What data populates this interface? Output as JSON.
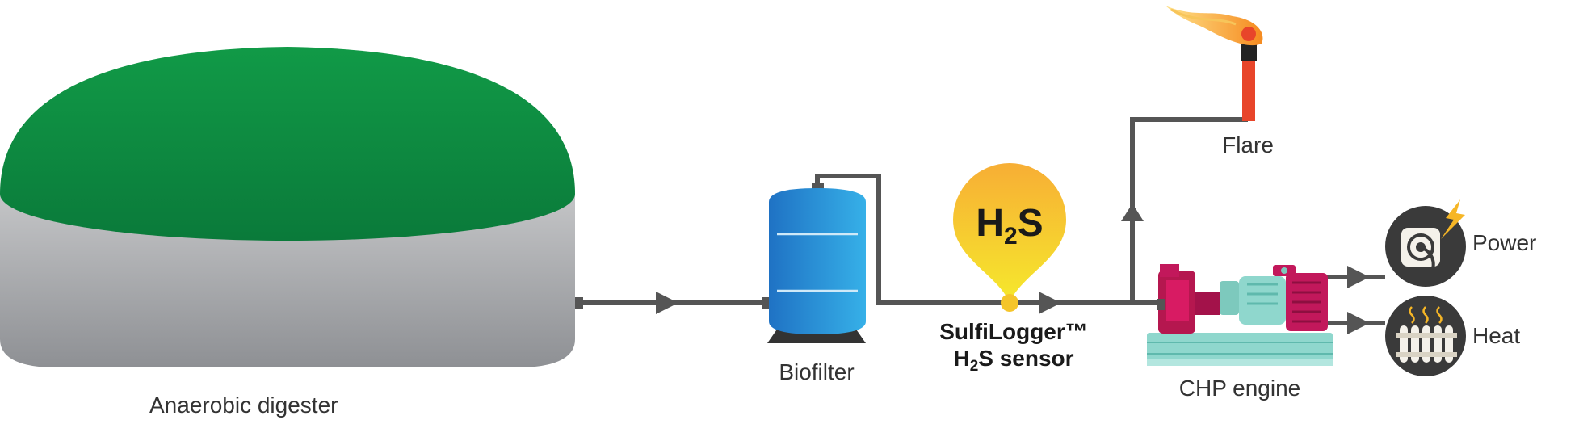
{
  "labels": {
    "digester": "Anaerobic digester",
    "biofilter": "Biofilter",
    "sensor_line1": "SulfiLogger™",
    "sensor_line2_prefix": "H",
    "sensor_line2_sub": "2",
    "sensor_line2_suffix": "S sensor",
    "chp": "CHP engine",
    "flare": "Flare",
    "power": "Power",
    "heat": "Heat"
  },
  "badge": {
    "prefix": "H",
    "sub": "2",
    "suffix": "S"
  },
  "colors": {
    "dome": "#0f8a43",
    "pipe": "#555555",
    "tank": "#2a8fd6",
    "badge_top": "#f7b133",
    "badge_bottom": "#f7e62b",
    "engine": "#c2185b",
    "engine_teal": "#7fd1c7",
    "flare_stack": "#e8452a",
    "flame": "#f5a623"
  },
  "icons": [
    "plug-icon",
    "lightning-icon",
    "radiator-icon",
    "flame-icon",
    "arrow-icon"
  ]
}
